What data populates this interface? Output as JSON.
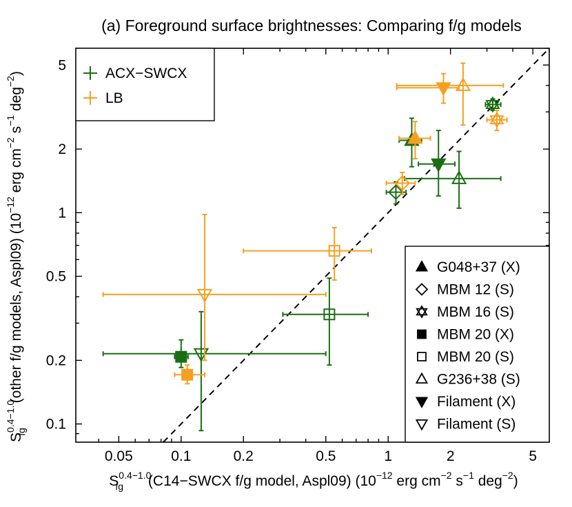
{
  "chart_data": {
    "type": "scatter",
    "title": "(a) Foreground surface brightnesses: Comparing f/g models",
    "xlabel": {
      "base": "S",
      "sub": "fg",
      "sup": "0.4−1.0",
      "text": " (C14−SWCX f/g model, Aspl09) (10",
      "exp1": "−12",
      "mid1": " erg cm",
      "exp2": "−2",
      "mid2": " s",
      "exp3": "−1",
      "mid3": " deg",
      "exp4": "−2",
      "end": ")"
    },
    "ylabel": {
      "base": "S",
      "sub": "fg",
      "sup": "0.4−1.0",
      "text": " (other f/g models, Aspl09) (10",
      "exp1": "−12",
      "mid1": " erg cm",
      "exp2": "−2",
      "mid2": " s",
      "exp3": "−1",
      "mid3": " deg",
      "exp4": "−2",
      "end": ")"
    },
    "xscale": "log",
    "yscale": "log",
    "xlim": [
      0.031,
      6.0
    ],
    "ylim": [
      0.082,
      6.0
    ],
    "xticks": [
      0.05,
      0.1,
      0.2,
      0.5,
      1,
      2,
      5
    ],
    "xticklabels": [
      "0.05",
      "0.1",
      "0.2",
      "0.5",
      "1",
      "2",
      "5"
    ],
    "yticks": [
      0.1,
      0.2,
      0.5,
      1,
      2,
      5
    ],
    "yticklabels": [
      "0.1",
      "0.2",
      "0.5",
      "1",
      "2",
      "5"
    ],
    "grid": false,
    "reference_line": "y = x",
    "legend_models": {
      "placement": "top-left",
      "entries": [
        {
          "name": "ACX−SWCX",
          "color": "#1a6e12"
        },
        {
          "name": "LB",
          "color": "#f5a020"
        }
      ]
    },
    "legend_targets": {
      "placement": "bottom-right",
      "entries": [
        {
          "label": "G048+37 (X)",
          "marker": "tri-up-filled"
        },
        {
          "label": "MBM 12 (S)",
          "marker": "diamond-open"
        },
        {
          "label": "MBM 16 (S)",
          "marker": "star-open"
        },
        {
          "label": "MBM 20 (X)",
          "marker": "square-filled"
        },
        {
          "label": "MBM 20 (S)",
          "marker": "square-open"
        },
        {
          "label": "G236+38 (S)",
          "marker": "tri-up-open"
        },
        {
          "label": "Filament (X)",
          "marker": "tri-down-filled"
        },
        {
          "label": "Filament (S)",
          "marker": "tri-down-open"
        }
      ]
    },
    "series": [
      {
        "model": "ACX−SWCX",
        "color": "#1a6e12",
        "points": [
          {
            "target": "G048+37 (X)",
            "marker": "tri-up-filled",
            "x": 1.3,
            "x_lo": 1.13,
            "x_hi": 1.45,
            "y": 2.2,
            "y_lo": 1.65,
            "y_hi": 2.8
          },
          {
            "target": "MBM 12 (S)",
            "marker": "diamond-open",
            "x": 1.09,
            "x_lo": 0.98,
            "x_hi": 1.22,
            "y": 1.25,
            "y_lo": 1.1,
            "y_hi": 1.4
          },
          {
            "target": "MBM 16 (S)",
            "marker": "star-open",
            "x": 3.2,
            "x_lo": 2.95,
            "x_hi": 3.5,
            "y": 3.25,
            "y_lo": 3.05,
            "y_hi": 3.45
          },
          {
            "target": "MBM 20 (X)",
            "marker": "square-filled",
            "x": 0.1,
            "x_lo": 0.093,
            "x_hi": 0.108,
            "y": 0.208,
            "y_lo": 0.185,
            "y_hi": 0.25
          },
          {
            "target": "MBM 20 (S)",
            "marker": "square-open",
            "x": 0.52,
            "x_lo": 0.31,
            "x_hi": 0.8,
            "y": 0.33,
            "y_lo": 0.19,
            "y_hi": 0.49
          },
          {
            "target": "G236+38 (S)",
            "marker": "tri-up-open",
            "x": 2.2,
            "x_lo": 1.2,
            "x_hi": 3.5,
            "y": 1.45,
            "y_lo": 1.05,
            "y_hi": 1.95
          },
          {
            "target": "Filament (X)",
            "marker": "tri-down-filled",
            "x": 1.75,
            "x_lo": 1.4,
            "x_hi": 2.1,
            "y": 1.7,
            "y_lo": 1.2,
            "y_hi": 2.45
          },
          {
            "target": "Filament (S)",
            "marker": "tri-down-open",
            "x": 0.125,
            "x_lo": 0.042,
            "x_hi": 0.5,
            "y": 0.215,
            "y_lo": 0.093,
            "y_hi": 0.34
          }
        ]
      },
      {
        "model": "LB",
        "color": "#f5a020",
        "points": [
          {
            "target": "G048+37 (X)",
            "marker": "tri-up-filled",
            "x": 1.35,
            "x_lo": 1.13,
            "x_hi": 1.6,
            "y": 2.25,
            "y_lo": 1.8,
            "y_hi": 2.7
          },
          {
            "target": "MBM 12 (S)",
            "marker": "diamond-open",
            "x": 1.17,
            "x_lo": 0.98,
            "x_hi": 1.35,
            "y": 1.38,
            "y_lo": 1.22,
            "y_hi": 1.55
          },
          {
            "target": "MBM 16 (S)",
            "marker": "star-open",
            "x": 3.35,
            "x_lo": 3.0,
            "x_hi": 3.75,
            "y": 2.75,
            "y_lo": 2.45,
            "y_hi": 3.05
          },
          {
            "target": "MBM 20 (X)",
            "marker": "square-filled",
            "x": 0.107,
            "x_lo": 0.093,
            "x_hi": 0.13,
            "y": 0.171,
            "y_lo": 0.155,
            "y_hi": 0.19
          },
          {
            "target": "MBM 20 (S)",
            "marker": "square-open",
            "x": 0.55,
            "x_lo": 0.2,
            "x_hi": 0.83,
            "y": 0.66,
            "y_lo": 0.48,
            "y_hi": 0.85
          },
          {
            "target": "G236+38 (S)",
            "marker": "tri-up-open",
            "x": 2.3,
            "x_lo": 1.1,
            "x_hi": 3.6,
            "y": 4.0,
            "y_lo": 2.6,
            "y_hi": 5.1
          },
          {
            "target": "Filament (X)",
            "marker": "tri-down-filled",
            "x": 1.85,
            "x_lo": 1.1,
            "x_hi": 2.2,
            "y": 3.9,
            "y_lo": 3.3,
            "y_hi": 4.55
          },
          {
            "target": "Filament (S)",
            "marker": "tri-down-open",
            "x": 0.13,
            "x_lo": 0.042,
            "x_hi": 0.5,
            "y": 0.41,
            "y_lo": 0.2,
            "y_hi": 0.98
          }
        ]
      }
    ]
  }
}
